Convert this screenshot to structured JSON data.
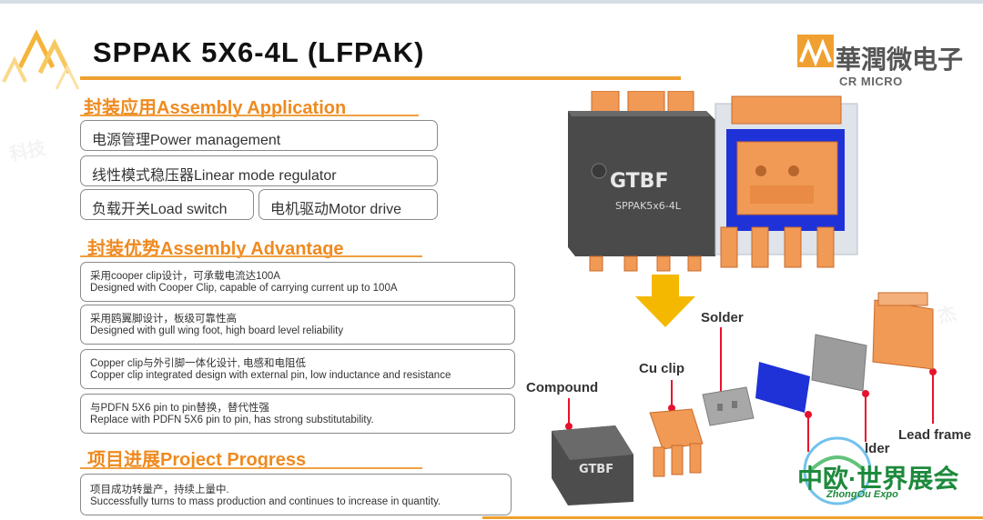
{
  "title": "SPPAK 5X6-4L (LFPAK)",
  "logo": {
    "name": "華潤微电子",
    "sub": "CR MICRO",
    "brand_color": "#f0a030"
  },
  "assembly_application": {
    "heading": "封装应用Assembly Application",
    "items": [
      "电源管理Power management",
      "线性模式稳压器Linear mode regulator",
      "负载开关Load switch",
      "电机驱动Motor drive"
    ]
  },
  "assembly_advantage": {
    "heading": "封装优势Assembly Advantage",
    "items": [
      {
        "cn": "采用cooper clip设计，可承载电流达100A",
        "en": "Designed with Cooper Clip, capable of carrying current up to 100A"
      },
      {
        "cn": "采用鸥翼脚设计，板级可靠性高",
        "en": "Designed with gull wing foot, high board level reliability"
      },
      {
        "cn": "Copper clip与外引脚一体化设计, 电感和电阻低",
        "en": "Copper clip integrated design with external pin, low inductance and resistance"
      },
      {
        "cn": "与PDFN 5X6 pin to pin替换，替代性强",
        "en": "Replace with PDFN 5X6 pin to pin, has strong substitutability."
      }
    ]
  },
  "project_progress": {
    "heading": "项目进展Project Progress",
    "cn": "项目成功转量产，持续上量中.",
    "en": "Successfully turns to mass production and continues to increase in quantity."
  },
  "package": {
    "marking": "GTBF",
    "part": "SPPAK5x6-4L"
  },
  "exploded_labels": {
    "compound": "Compound",
    "cu_clip": "Cu clip",
    "solder_top": "Solder",
    "solder_bottom": "lder",
    "lead_frame": "Lead frame"
  },
  "expo": {
    "main": "中欧·世界展会",
    "sub": "ZhongOu Expo"
  },
  "colors": {
    "accent_orange": "#ef8a1f",
    "copper": "#f09a55",
    "die_blue": "#1e32d8",
    "pointer_red": "#e8112d",
    "arrow_yellow": "#f5b800"
  }
}
